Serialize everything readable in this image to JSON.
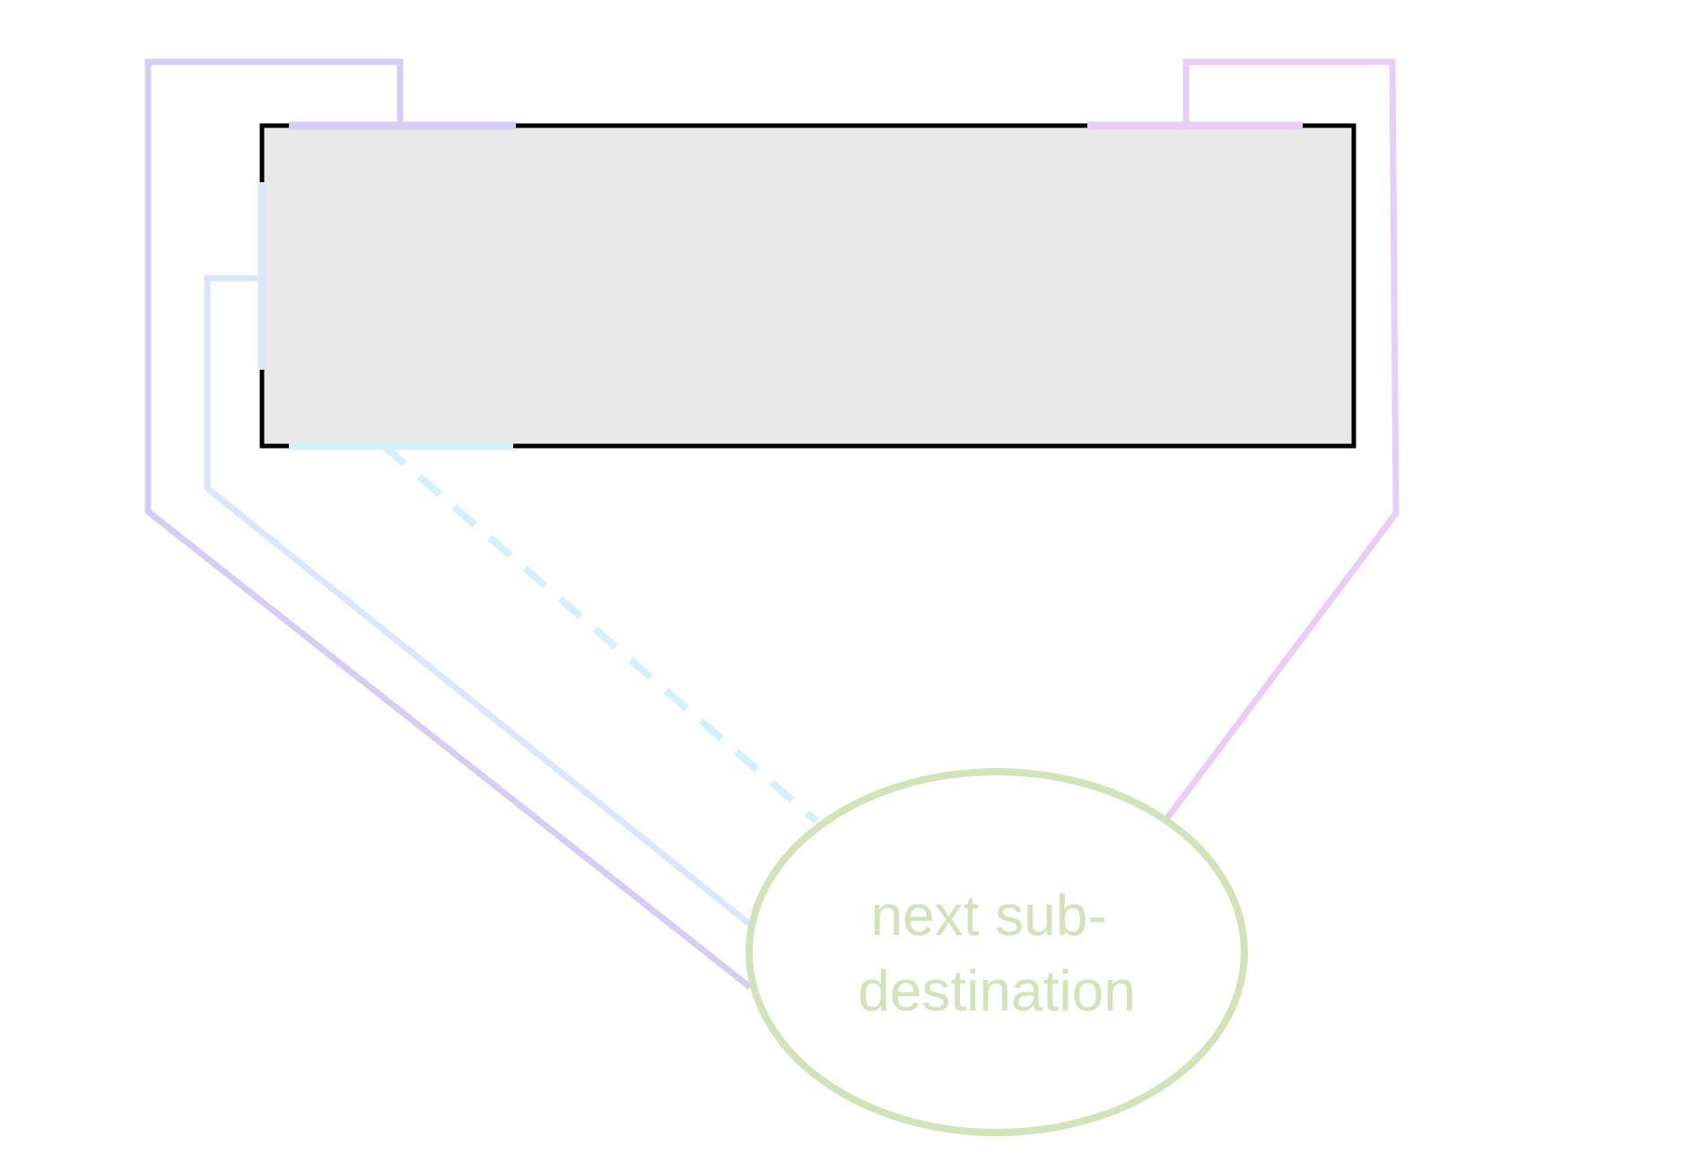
{
  "diagram": {
    "nodes": [
      {
        "id": "region",
        "kind": "rectangle",
        "label": "",
        "fill": "#e9e9e9",
        "stroke": "#000000"
      },
      {
        "id": "destination",
        "kind": "ellipse",
        "label_lines": [
          "next sub-",
          "destination"
        ],
        "stroke": "#d1e3b8",
        "text_color": "#d1e3b8"
      }
    ],
    "edges": [
      {
        "id": "purple-route",
        "color": "#d8ccf5",
        "style": "solid",
        "from": "region",
        "to": "destination"
      },
      {
        "id": "blue-route",
        "color": "#d9e6fb",
        "style": "solid",
        "from": "region",
        "to": "destination"
      },
      {
        "id": "cyan-route",
        "color": "#d4f0fc",
        "style": "dashed",
        "from": "region",
        "to": "destination"
      },
      {
        "id": "pink-route",
        "color": "#e9cdf6",
        "style": "solid",
        "from": "region",
        "to": "destination"
      }
    ]
  }
}
